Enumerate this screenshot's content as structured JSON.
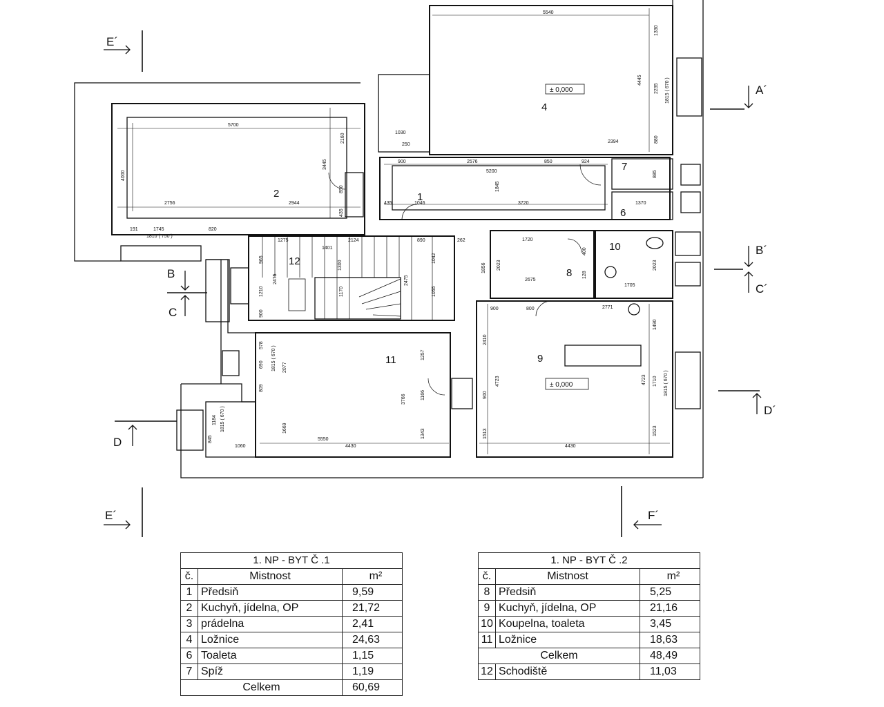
{
  "plan": {
    "rooms": [
      "1",
      "2",
      "4",
      "6",
      "7",
      "8",
      "9",
      "10",
      "11",
      "12"
    ],
    "levels": [
      "± 0,000",
      "± 0,000"
    ],
    "sections": {
      "e_top": "E´",
      "e_bottom": "E´",
      "a": "A´",
      "b_left": "B",
      "c_left": "C",
      "b_right": "B´",
      "c_right": "C´",
      "d_left": "D",
      "d_right": "D´",
      "f": "F´"
    },
    "dimensions": {
      "d5540": "5540",
      "d1330": "1330",
      "d4445": "4445",
      "d2235": "2235",
      "d1815a": "1815 ( 670 )",
      "d880": "880",
      "d2394": "2394",
      "d1030": "1030",
      "d250": "250",
      "d5700": "5700",
      "d2160": "2160",
      "d4000": "4000",
      "d3445": "3445",
      "d850a": "850",
      "d435a": "435",
      "d2756": "2756",
      "d2944": "2944",
      "d191": "191",
      "d1745": "1745",
      "d820": "820",
      "d1810": "1810 ( 750 )",
      "d900a": "900",
      "d2576": "2576",
      "d850b": "850",
      "d924": "924",
      "d5200": "5200",
      "d1845": "1845",
      "d435b": "435",
      "d1046": "1046",
      "d3720": "3720",
      "d885": "885",
      "d1370": "1370",
      "d1275": "1275",
      "d1401": "1401",
      "d2124": "2124",
      "d890": "890",
      "d262": "262",
      "d1720": "1720",
      "d1300": "1300",
      "d1042": "1042",
      "d1055": "1055",
      "d2475a": "2475",
      "d2475b": "2475",
      "d965": "965",
      "d1210": "1210",
      "d900b": "900",
      "d1170": "1170",
      "d2023a": "2023",
      "d1856": "1856",
      "d2675": "2675",
      "d400": "400",
      "d128": "128",
      "d2023b": "2023",
      "d1705": "1705",
      "d900c": "900",
      "d800": "800",
      "d2771": "2771",
      "d1490": "1490",
      "d578": "578",
      "d690": "690",
      "d1815b": "1815 ( 670 )",
      "d2077": "2077",
      "d809": "809",
      "d1257": "1257",
      "d2410": "2410",
      "d3766": "3766",
      "d1166": "1166",
      "d4723a": "4723",
      "d900d": "900",
      "d4723b": "4723",
      "d1710": "1710",
      "d1815c": "1815 ( 670 )",
      "d1669": "1669",
      "d1343": "1343",
      "d1513": "1513",
      "d1523": "1523",
      "d1815d": "1815 ( 670 )",
      "d1184": "1184",
      "d845": "845",
      "d1060": "1060",
      "d5550": "5550",
      "d4430a": "4430",
      "d4430b": "4430"
    }
  },
  "table1": {
    "title": "1. NP - BYT Č .1",
    "headers": {
      "num": "č.",
      "name": "Mistnost",
      "area": "m²"
    },
    "rows": [
      {
        "num": "1",
        "name": "Předsiň",
        "area": "9,59"
      },
      {
        "num": "2",
        "name": "Kuchyň, jídelna, OP",
        "area": "21,72"
      },
      {
        "num": "3",
        "name": "prádelna",
        "area": "2,41"
      },
      {
        "num": "4",
        "name": "Ložnice",
        "area": "24,63"
      },
      {
        "num": "6",
        "name": "Toaleta",
        "area": "1,15"
      },
      {
        "num": "7",
        "name": "Spíž",
        "area": "1,19"
      }
    ],
    "total_label": "Celkem",
    "total": "60,69"
  },
  "table2": {
    "title": "1. NP - BYT Č .2",
    "headers": {
      "num": "č.",
      "name": "Mistnost",
      "area": "m²"
    },
    "rows": [
      {
        "num": "8",
        "name": "Předsiň",
        "area": "5,25"
      },
      {
        "num": "9",
        "name": "Kuchyň, jídelna, OP",
        "area": "21,16"
      },
      {
        "num": "10",
        "name": "Koupelna, toaleta",
        "area": "3,45"
      },
      {
        "num": "11",
        "name": "Ložnice",
        "area": "18,63"
      }
    ],
    "total_label": "Celkem",
    "total": "48,49",
    "extra": {
      "num": "12",
      "name": "Schodiště",
      "area": "11,03"
    }
  }
}
